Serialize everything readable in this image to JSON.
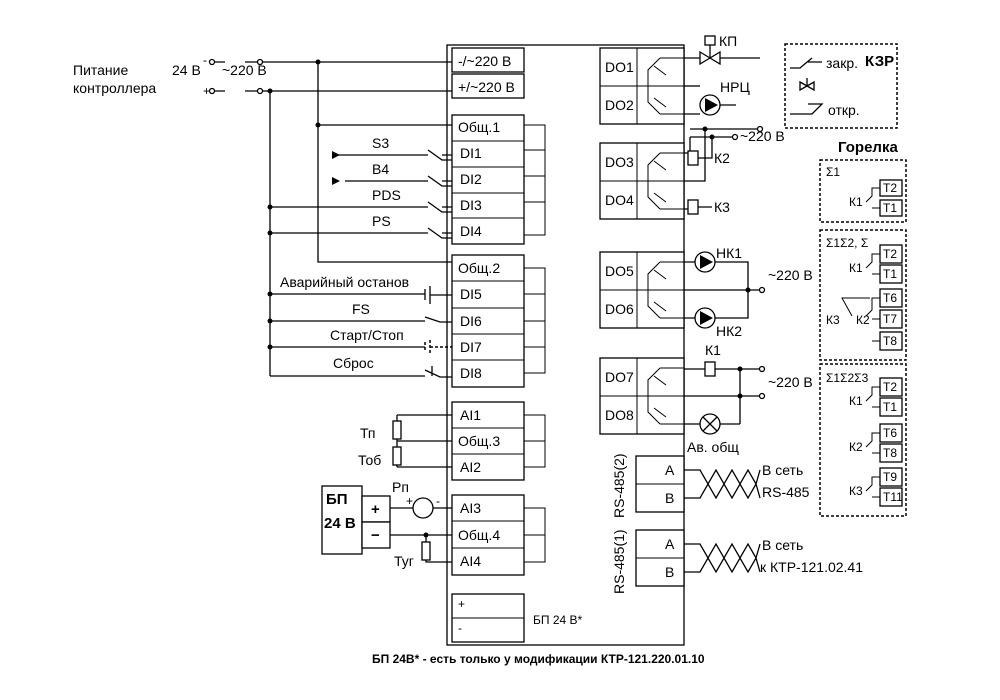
{
  "power_supply": {
    "line1": "Питание",
    "line2": "контроллера",
    "dc": "24 В",
    "ac": "~220 В",
    "minus": "-",
    "plus": "+"
  },
  "terminals_left": {
    "power": [
      "-/~220 В",
      "+/~220 В"
    ],
    "group1": [
      "Общ.1",
      "DI1",
      "DI2",
      "DI3",
      "DI4"
    ],
    "group2": [
      "Общ.2",
      "DI5",
      "DI6",
      "DI7",
      "DI8"
    ],
    "group3": [
      "AI1",
      "Общ.3",
      "AI2"
    ],
    "group4": [
      "AI3",
      "Общ.4",
      "AI4"
    ],
    "psu_plus": "+",
    "psu_minus": "-",
    "psu_label": "БП 24 В*"
  },
  "terminals_right": {
    "do": [
      "DO1",
      "DO2",
      "DO3",
      "DO4",
      "DO5",
      "DO6",
      "DO7",
      "DO8"
    ],
    "rs485_2": "RS-485(2)",
    "rs485_1": "RS-485(1)",
    "a": "A",
    "b": "B"
  },
  "inputs": {
    "s3": "S3",
    "b4": "B4",
    "pds": "PDS",
    "ps": "PS",
    "emergency": "Аварийный останов",
    "fs": "FS",
    "start_stop": "Старт/Стоп",
    "reset": "Сброс",
    "tp": "Тп",
    "tob": "Тоб",
    "tyg": "Туг",
    "rp": "Рп",
    "rp_plus": "+",
    "rp_minus": "-"
  },
  "psu_block": {
    "line1": "БП",
    "line2": "24 В",
    "plus": "+",
    "minus": "−"
  },
  "outputs": {
    "kp": "КП",
    "nrc": "НРЦ",
    "k2": "К2",
    "k3": "К3",
    "nk1": "НК1",
    "nk2": "НК2",
    "k1": "К1",
    "av_obsh": "Ав. общ",
    "v220": "~220 В"
  },
  "network": {
    "net1": "В сеть",
    "net1_name": "RS-485",
    "net2": "В сеть",
    "net2_name": "к КТР-121.02.41"
  },
  "kzr": {
    "title": "КЗР",
    "closed": "закр.",
    "open": "откр."
  },
  "burner": {
    "title": "Горелка",
    "stage1": "Ʃ1",
    "stage2": "Ʃ1Ʃ2, Ʃ",
    "stage3": "Ʃ1Ʃ2Ʃ3",
    "k1": "К1",
    "k2": "К2",
    "k3": "К3",
    "t2": "T2",
    "t1": "T1",
    "t6": "T6",
    "t7": "T7",
    "t8": "T8",
    "t9": "T9",
    "t11": "T11"
  },
  "footnote": "БП 24В* - есть только у модификации КТР-121.220.01.10"
}
